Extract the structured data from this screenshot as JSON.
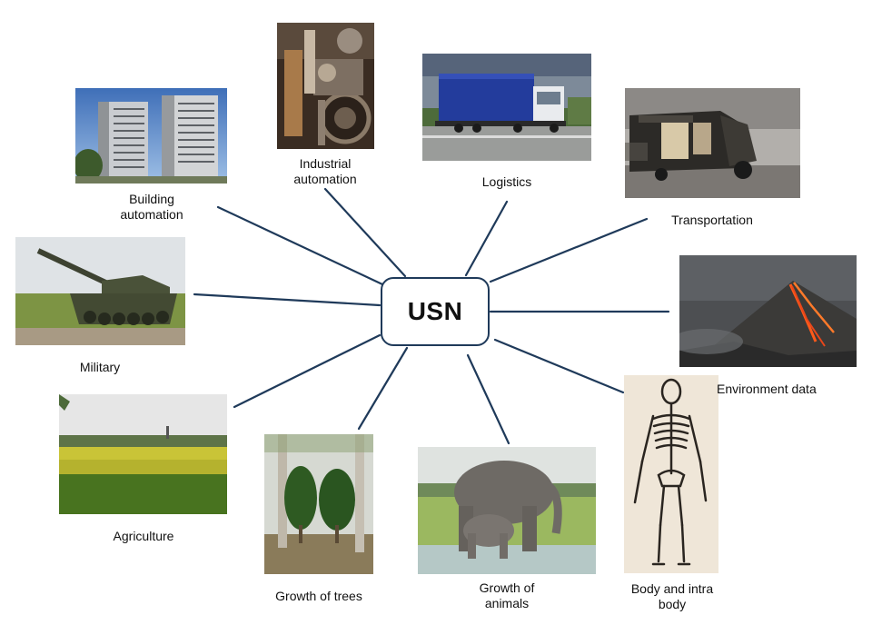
{
  "hub": {
    "label": "USN"
  },
  "applications": [
    {
      "id": "building-automation",
      "label": "Building\nautomation",
      "icon": "office-buildings"
    },
    {
      "id": "industrial-automation",
      "label": "Industrial\nautomation",
      "icon": "machinery"
    },
    {
      "id": "logistics",
      "label": "Logistics",
      "icon": "truck"
    },
    {
      "id": "transportation",
      "label": "Transportation",
      "icon": "auto-rickshaw"
    },
    {
      "id": "military",
      "label": "Military",
      "icon": "tank"
    },
    {
      "id": "environment-data",
      "label": "Environment data",
      "icon": "volcano"
    },
    {
      "id": "agriculture",
      "label": "Agriculture",
      "icon": "crop-field"
    },
    {
      "id": "growth-of-trees",
      "label": "Growth of trees",
      "icon": "trees"
    },
    {
      "id": "growth-of-animals",
      "label": "Growth of\nanimals",
      "icon": "elephants"
    },
    {
      "id": "body-and-intra-body",
      "label": "Body and intra\nbody",
      "icon": "skeleton"
    }
  ],
  "colors": {
    "spoke": "#1f3a5a",
    "hub_border": "#1f3a5a"
  }
}
